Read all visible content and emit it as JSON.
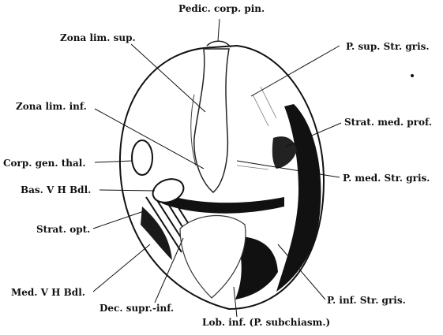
{
  "figure": {
    "labels": {
      "pedic_corp_pin": "Pedic. corp. pin.",
      "zona_lim_sup": "Zona lim. sup.",
      "p_sup_str_gris": "P. sup. Str. gris.",
      "zona_lim_inf": "Zona lim. inf.",
      "strat_med_prof": "Strat. med. prof.",
      "corp_gen_thal": "Corp. gen. thal.",
      "p_med_str_gris": "P. med. Str. gris.",
      "bas_vh_bdl": "Bas. V H Bdl.",
      "strat_opt": "Strat. opt.",
      "med_vh_bdl": "Med. V H Bdl.",
      "dec_supr_inf": "Dec. supr.-inf.",
      "p_inf_str_gris": "P. inf. Str. gris.",
      "lob_inf": "Lob. inf. (P. subchiasm.)"
    },
    "colors": {
      "ink": "#111111",
      "paper": "#ffffff"
    }
  }
}
